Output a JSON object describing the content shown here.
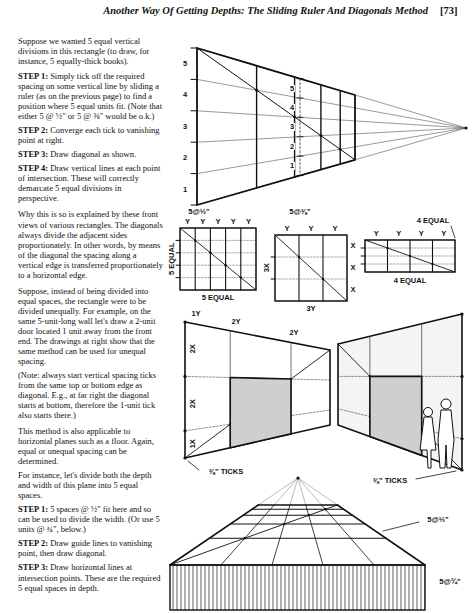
{
  "diagram": {
    "title": "Another Way Of Getting Depths: The Sliding Ruler And Diagonals Method",
    "labels": [
      "[73]",
      "Suppose we wanted 5 equal vertical divisions in this rectangle (to draw, for instance, 5 equally-thick books).",
      "STEP 1: Simply tick off the required spacing on some vertical line by sliding a ruler (as on the previous page) to find a position where 5 equal units fit. (Note that either 5 @ ½\" or 5 @ ⅜\" would be o.k.)",
      "STEP 2: Converge each tick to vanishing point at right.",
      "STEP 3: Draw diagonal as shown.",
      "STEP 4: Draw vertical lines at each point of intersection. These will correctly demarcate 5 equal divisions in perspective.",
      "Why this is so is explained by these front views of various rectangles. The diagonals always divide the adjacent sides proportionately. In other words, by means of the diagonal the spacing along a vertical edge is transferred proportionately to a horizontal edge.",
      "Suppose, instead of being divided into equal spaces, the rectangle were to be divided unequally. For example, on the same 5-unit-long wall let's draw a 2-unit door located 1 unit away from the front end. The drawings at right show that the same method can be used for unequal spacing.",
      "(Note: always start vertical spacing ticks from the same top or bottom edge as diagonal. E.g., at far right the diagonal starts at bottom, therefore the 1-unit tick also starts there.)",
      "This method is also applicable to horizontal planes such as a floor. Again, equal or unequal spacing can be determined.",
      "For instance, let's divide both the depth and width of this plane into 5 equal spaces.",
      "STEP 1: 5 spaces @ ½\" fit here and so can be used to divide the width. (Or use 5 units @ ¾\", below.)",
      "STEP 2: Draw guide lines to vanishing point, then draw diagonal.",
      "STEP 3: Draw horizontal lines at intersection points. These are the required 5 equal spaces in depth.",
      "5",
      "4",
      "3",
      "2",
      "1",
      "5",
      "4",
      "3",
      "2",
      "1",
      "5@½\"",
      "5@⅜\"",
      "Y",
      "Y",
      "Y",
      "Y",
      "Y",
      "5 EQUAL",
      "5 EQUAL",
      "Y",
      "Y",
      "Y",
      "3X",
      "X",
      "X",
      "X",
      "3Y",
      "Y",
      "Y",
      "Y",
      "Y",
      "4 EQUAL",
      "4 EQUAL",
      "1Y",
      "2Y",
      "2Y",
      "2X",
      "2X",
      "1X",
      "⅜\" TICKS",
      "⅜\" TICKS",
      "5@½\"",
      "5@¾\""
    ]
  }
}
